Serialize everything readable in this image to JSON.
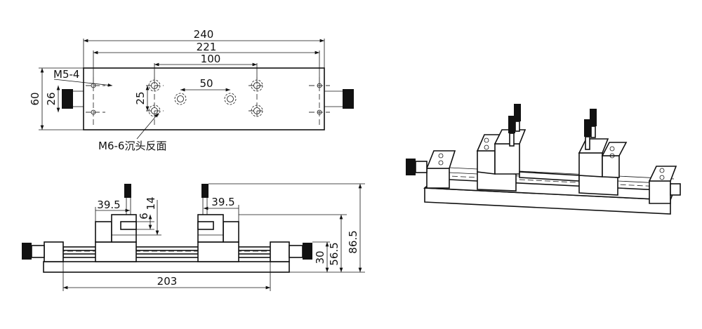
{
  "top_view": {
    "dims": {
      "overall_length": "240",
      "hole_span": "221",
      "inner_span": "100",
      "center_span": "50",
      "height": "60",
      "knob_width": "26",
      "hole_pitch": "25"
    },
    "labels": {
      "m5": "M5-4",
      "m6": "M6-6沉头反面"
    }
  },
  "front_view": {
    "dims": {
      "left_offset": "39.5",
      "right_offset": "39.5",
      "slot_height": "6",
      "top_height": "14",
      "base_length": "203",
      "rail_height": "30",
      "block_height": "56.5",
      "total_height": "86.5"
    }
  },
  "iso_view": {
    "description": "isometric-view-of-dual-clamp-slide-stage"
  }
}
